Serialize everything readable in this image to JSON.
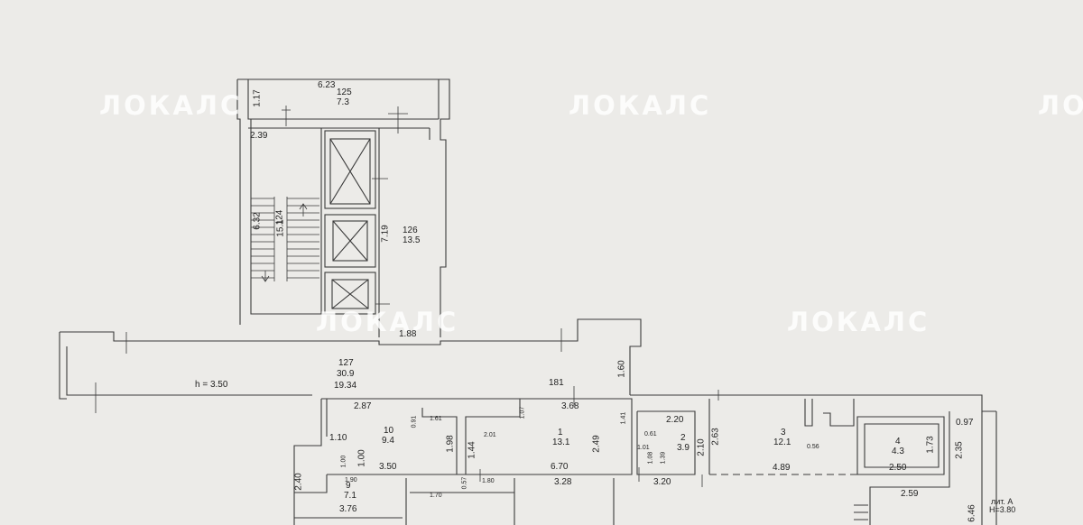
{
  "watermark": "ЛОКАЛС",
  "watermark_partial": "ЛОКА",
  "rooms": {
    "r125": {
      "no": "125",
      "area": "7.3"
    },
    "r124": {
      "no": "124",
      "area": "15.1"
    },
    "r126": {
      "no": "126",
      "area": "13.5"
    },
    "r127": {
      "no": "127",
      "area": "30.9"
    },
    "r1": {
      "no": "1",
      "area": "13.1"
    },
    "r2": {
      "no": "2",
      "area": "3.9"
    },
    "r3": {
      "no": "3",
      "area": "12.1"
    },
    "r4": {
      "no": "4",
      "area": "4.3"
    },
    "r9": {
      "no": "9",
      "area": "7.1"
    },
    "r10": {
      "no": "10",
      "area": "9.4"
    }
  },
  "corridor_length": "19.34",
  "ceiling_height_note": "h = 3.50",
  "corridor_number": "181",
  "lit_label": "лит. А",
  "lit_height": "H=3.80",
  "dims": {
    "d623": "6.23",
    "d117": "1.17",
    "d239": "2.39",
    "d632": "6.32",
    "d719": "7.19",
    "d188": "1.88",
    "d160": "1.60",
    "d368": "3.68",
    "d287": "2.87",
    "d110": "1.10",
    "d100": "1.00",
    "d350": "3.50",
    "d198": "1.98",
    "d144": "1.44",
    "d249": "2.49",
    "d670": "6.70",
    "d220": "2.20",
    "d263": "2.63",
    "d210": "2.10",
    "d489": "4.89",
    "d173": "1.73",
    "d250": "2.50",
    "d097": "0.97",
    "d235": "2.35",
    "d259": "2.59",
    "d646": "6.46",
    "d240": "2.40",
    "d376": "3.76",
    "d328": "3.28",
    "d320": "3.20",
    "s161": "1.61",
    "s091": "0.91",
    "s107": "1.07",
    "s201": "2.01",
    "s061": "0.61",
    "s101": "1.01",
    "s108": "1.08",
    "s139": "1.39",
    "s141": "1.41",
    "s056": "0.56",
    "s090": "0.90",
    "s190": "1.90",
    "s170": "1.70",
    "s057": "0.57",
    "s180": "1.80"
  }
}
